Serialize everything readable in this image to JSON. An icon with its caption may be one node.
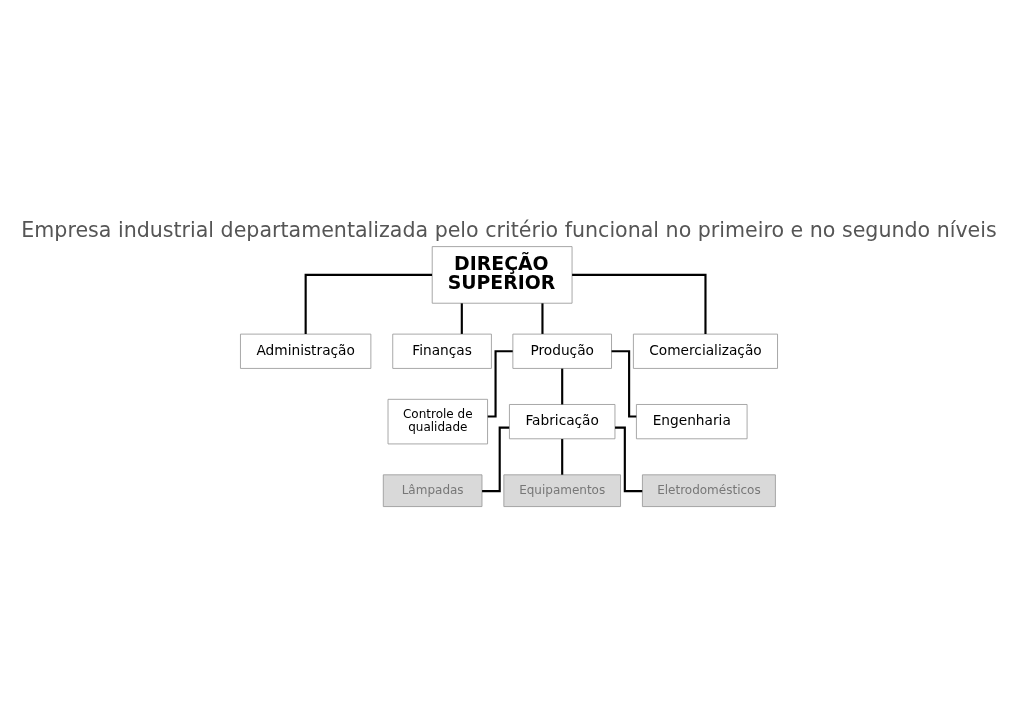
{
  "diagram": {
    "title": "Empresa industrial departamentalizada pelo critério funcional no primeiro e no segundo níveis",
    "nodes": [
      {
        "text": [
          "DIREÇÃO SUPERIOR"
        ]
      },
      {
        "text": [
          "Administração"
        ]
      },
      {
        "text": [
          "Finanças"
        ]
      },
      {
        "text": [
          "Produção"
        ]
      },
      {
        "text": [
          "Comercialização"
        ]
      },
      {
        "text": [
          "Controle de qualidade"
        ]
      },
      {
        "text": [
          "Fabricação"
        ]
      },
      {
        "text": [
          "Engenharia"
        ]
      },
      {
        "text": [
          "Lâmpadas"
        ]
      },
      {
        "text": [
          "Equipamentos"
        ]
      },
      {
        "text": [
          "Eletrodomésticos"
        ]
      }
    ],
    "edges": [
      {
        "from": 0,
        "to": 1,
        "arrow": "none"
      },
      {
        "from": 0,
        "to": 2,
        "arrow": "none"
      },
      {
        "from": 0,
        "to": 3,
        "arrow": "none"
      },
      {
        "from": 0,
        "to": 4,
        "arrow": "none"
      },
      {
        "from": 3,
        "to": 5,
        "arrow": "none"
      },
      {
        "from": 3,
        "to": 6,
        "arrow": "none"
      },
      {
        "from": 3,
        "to": 7,
        "arrow": "none"
      },
      {
        "from": 6,
        "to": 8,
        "arrow": "none"
      },
      {
        "from": 6,
        "to": 9,
        "arrow": "none"
      },
      {
        "from": 6,
        "to": 10,
        "arrow": "none"
      }
    ]
  }
}
